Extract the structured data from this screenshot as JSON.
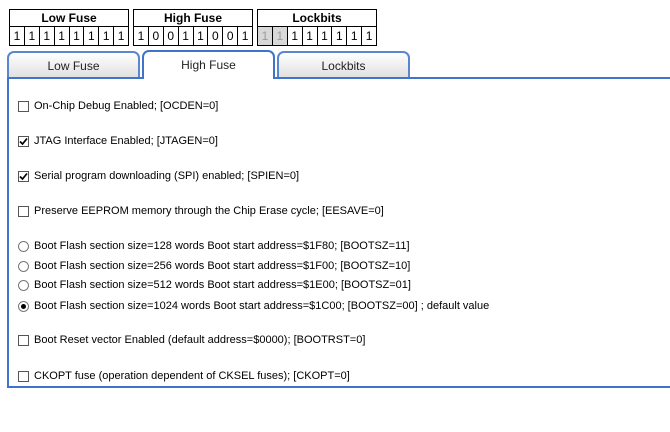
{
  "fuses": {
    "low": {
      "title": "Low Fuse",
      "bits": [
        "1",
        "1",
        "1",
        "1",
        "1",
        "1",
        "1",
        "1"
      ]
    },
    "high": {
      "title": "High Fuse",
      "bits": [
        "1",
        "0",
        "0",
        "1",
        "1",
        "0",
        "0",
        "1"
      ]
    },
    "lock": {
      "title": "Lockbits",
      "bits": [
        "1",
        "1",
        "1",
        "1",
        "1",
        "1",
        "1",
        "1"
      ]
    }
  },
  "tabs": [
    {
      "label": "Low Fuse"
    },
    {
      "label": "High Fuse"
    },
    {
      "label": "Lockbits"
    }
  ],
  "active_tab": "High Fuse",
  "options": {
    "ocden": {
      "label": "On-Chip Debug Enabled; [OCDEN=0]",
      "checked": false
    },
    "jtagen": {
      "label": "JTAG Interface Enabled; [JTAGEN=0]",
      "checked": true
    },
    "spien": {
      "label": "Serial program downloading (SPI) enabled; [SPIEN=0]",
      "checked": true
    },
    "eesave": {
      "label": "Preserve EEPROM memory through the Chip Erase cycle; [EESAVE=0]",
      "checked": false
    },
    "bootsz": [
      {
        "label": "Boot Flash section size=128 words Boot start address=$1F80; [BOOTSZ=11]",
        "selected": false
      },
      {
        "label": "Boot Flash section size=256 words Boot start address=$1F00; [BOOTSZ=10]",
        "selected": false
      },
      {
        "label": "Boot Flash section size=512 words Boot start address=$1E00; [BOOTSZ=01]",
        "selected": false
      },
      {
        "label": "Boot Flash section size=1024 words Boot start address=$1C00; [BOOTSZ=00] ; default value",
        "selected": true
      }
    ],
    "bootrst": {
      "label": "Boot Reset vector Enabled (default address=$0000); [BOOTRST=0]",
      "checked": false
    },
    "ckopt": {
      "label": "CKOPT fuse (operation dependent of CKSEL fuses); [CKOPT=0]",
      "checked": false
    }
  },
  "colors": {
    "tab_border": "#3f73cc",
    "disabled_bit": "#d8d8d8"
  }
}
